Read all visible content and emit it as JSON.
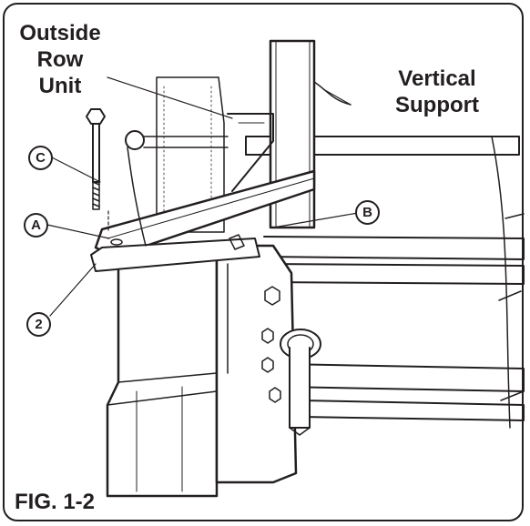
{
  "labels": {
    "outside_row_unit": [
      "Outside",
      "Row",
      "Unit"
    ],
    "vertical_support": [
      "Vertical",
      "Support"
    ]
  },
  "callouts": {
    "a": "A",
    "b": "B",
    "c": "C",
    "two": "2"
  },
  "caption": "FIG. 1-2",
  "colors": {
    "ink": "#231f20",
    "background": "#ffffff"
  }
}
